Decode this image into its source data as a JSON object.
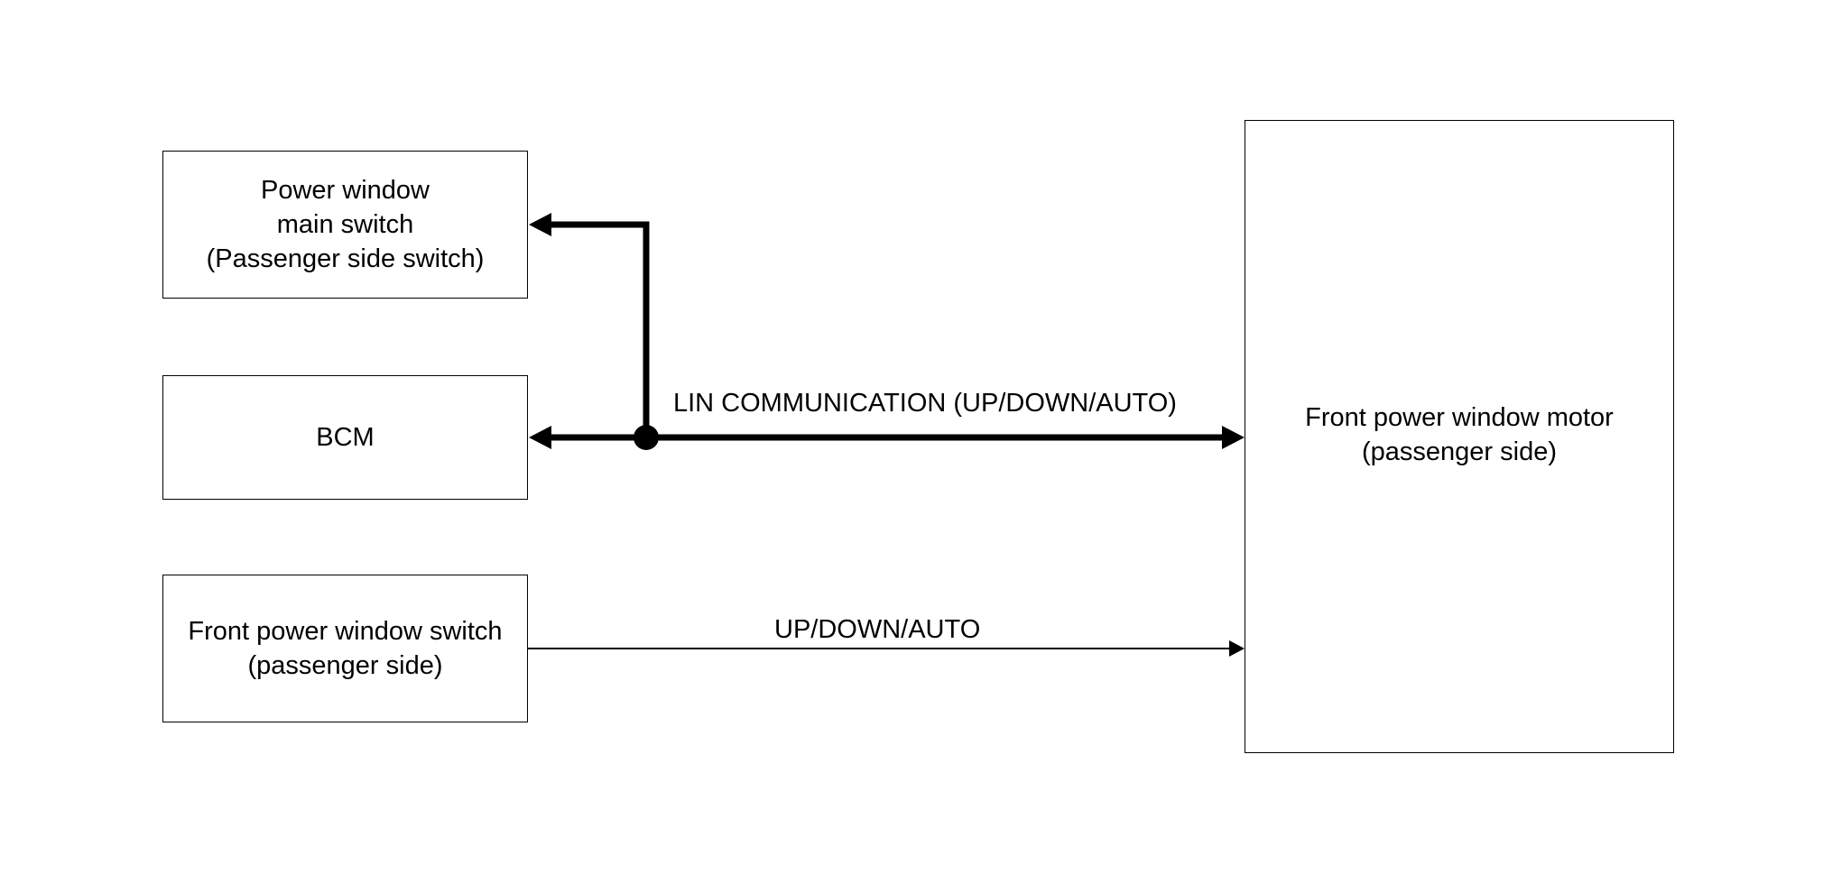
{
  "blocks": {
    "main_switch": "Power window\nmain switch\n(Passenger side switch)",
    "bcm": "BCM",
    "front_switch": "Front power window switch\n(passenger side)",
    "motor": "Front power window motor\n(passenger side)"
  },
  "signals": {
    "lin": "LIN COMMUNICATION (UP/DOWN/AUTO)",
    "updown": "UP/DOWN/AUTO"
  },
  "colors": {
    "line": "#000000",
    "background": "#ffffff"
  }
}
